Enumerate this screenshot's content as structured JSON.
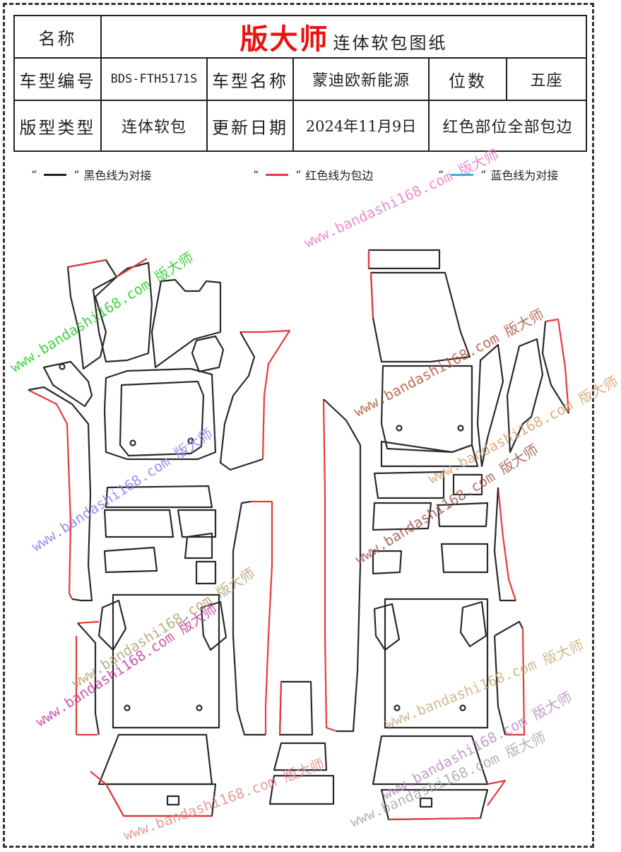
{
  "header": {
    "name_label": "名称",
    "title_brand": "版大师",
    "title_tail": "连体软包图纸",
    "model_code_label": "车型编号",
    "model_code": "BDS-FTH5171S",
    "model_name_label": "车型名称",
    "model_name": "蒙迪欧新能源",
    "seats_label": "位数",
    "seats": "五座",
    "type_label": "版型类型",
    "type": "连体软包",
    "update_label": "更新日期",
    "update_date": "2024年11月9日",
    "note": "红色部位全部包边"
  },
  "legend": [
    {
      "text": "黑色线为对接",
      "color": "#222222"
    },
    {
      "text": "红色线为包边",
      "color": "#e83a3a"
    },
    {
      "text": "蓝色线为对接",
      "color": "#2bb5ea"
    }
  ],
  "colors": {
    "outline_black": "#2a2a2a",
    "outline_red": "#e83a3a",
    "brand_red": "#e11111"
  },
  "watermarks": [
    {
      "text": "www.bandashi168.com 版大师",
      "color": "#22cc22"
    },
    {
      "text": "www.bandashi168.com 版大师",
      "color": "#e879c8"
    },
    {
      "text": "www.bandashi168.com 版大师",
      "color": "#b2543a"
    },
    {
      "text": "www.bandashi168.com 版大师",
      "color": "#8b7cf0"
    },
    {
      "text": "www.bandashi168.com 版大师",
      "color": "#d6a06a"
    },
    {
      "text": "www.bandashi168.com 版大师",
      "color": "#a0554a"
    },
    {
      "text": "www.bandashi168.com 版大师",
      "color": "#c23aa0"
    },
    {
      "text": "www.bandashi168.com 版大师",
      "color": "#b0a070"
    },
    {
      "text": "www.bandashi168.com 版大师",
      "color": "#e68a8a"
    },
    {
      "text": "www.bandashi168.com 版大师",
      "color": "#b88cc0"
    },
    {
      "text": "www.bandashi168.com 版大师",
      "color": "#c2b27a"
    },
    {
      "text": "www.bandashi168.com 版大师",
      "color": "#a8a8a8"
    }
  ]
}
